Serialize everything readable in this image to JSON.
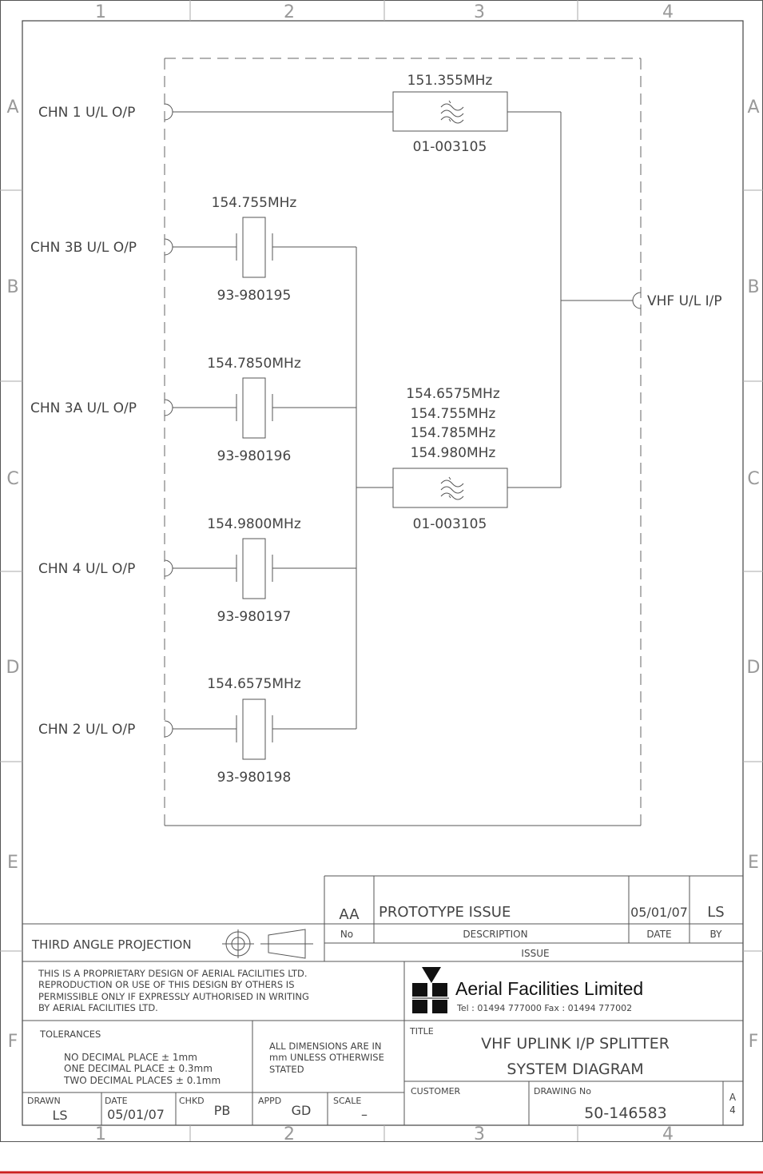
{
  "grid": {
    "columns": [
      "1",
      "2",
      "3",
      "4"
    ],
    "rows": [
      "A",
      "B",
      "C",
      "D",
      "E",
      "F"
    ]
  },
  "ports": {
    "chn1": "CHN 1 U/L O/P",
    "chn3b": "CHN 3B U/L O/P",
    "chn3a": "CHN 3A U/L O/P",
    "chn4": "CHN 4 U/L O/P",
    "chn2": "CHN 2 U/L O/P",
    "vhf_in": "VHF U/L I/P"
  },
  "filters": {
    "top": {
      "freq": "151.355MHz",
      "part": "01-003105"
    },
    "bottom": {
      "freqs": [
        "154.6575MHz",
        "154.755MHz",
        "154.785MHz",
        "154.980MHz"
      ],
      "part": "01-003105"
    }
  },
  "crystals": [
    {
      "freq": "154.755MHz",
      "part": "93-980195"
    },
    {
      "freq": "154.7850MHz",
      "part": "93-980196"
    },
    {
      "freq": "154.9800MHz",
      "part": "93-980197"
    },
    {
      "freq": "154.6575MHz",
      "part": "93-980198"
    }
  ],
  "title_block": {
    "issue": {
      "code": "AA",
      "description": "PROTOTYPE ISSUE",
      "date": "05/01/07",
      "by": "LS"
    },
    "headers": {
      "no": "No",
      "description": "DESCRIPTION",
      "date": "DATE",
      "by": "BY",
      "issue": "ISSUE"
    },
    "projection": "THIRD ANGLE PROJECTION",
    "proprietary": [
      "THIS IS A PROPRIETARY DESIGN OF AERIAL FACILITIES LTD.",
      "REPRODUCTION OR USE OF THIS DESIGN BY OTHERS IS",
      "PERMISSIBLE ONLY IF EXPRESSLY AUTHORISED IN WRITING",
      "BY AERIAL FACILITIES LTD."
    ],
    "company": "Aerial Facilities Limited",
    "contact": "Tel : 01494 777000 Fax : 01494 777002",
    "tolerances_label": "TOLERANCES",
    "tolerances": [
      "NO DECIMAL PLACE ± 1mm",
      "ONE DECIMAL PLACE ± 0.3mm",
      "TWO DECIMAL PLACES ± 0.1mm"
    ],
    "dimensions_note": [
      "ALL DIMENSIONS ARE IN",
      "mm UNLESS OTHERWISE",
      "STATED"
    ],
    "title_label": "TITLE",
    "title": [
      "VHF UPLINK I/P SPLITTER",
      "SYSTEM DIAGRAM"
    ],
    "customer_label": "CUSTOMER",
    "drawing_no_label": "DRAWING No",
    "drawing_no": "50-146583",
    "size": [
      "A",
      "4"
    ],
    "drawn_label": "DRAWN",
    "drawn": "LS",
    "date_label": "DATE",
    "date": "05/01/07",
    "chkd_label": "CHKD",
    "chkd": "PB",
    "appd_label": "APPD",
    "appd": "GD",
    "scale_label": "SCALE",
    "scale": "–"
  },
  "colors": {
    "footer_rule": "#cc1f1f",
    "line": "#555555"
  }
}
